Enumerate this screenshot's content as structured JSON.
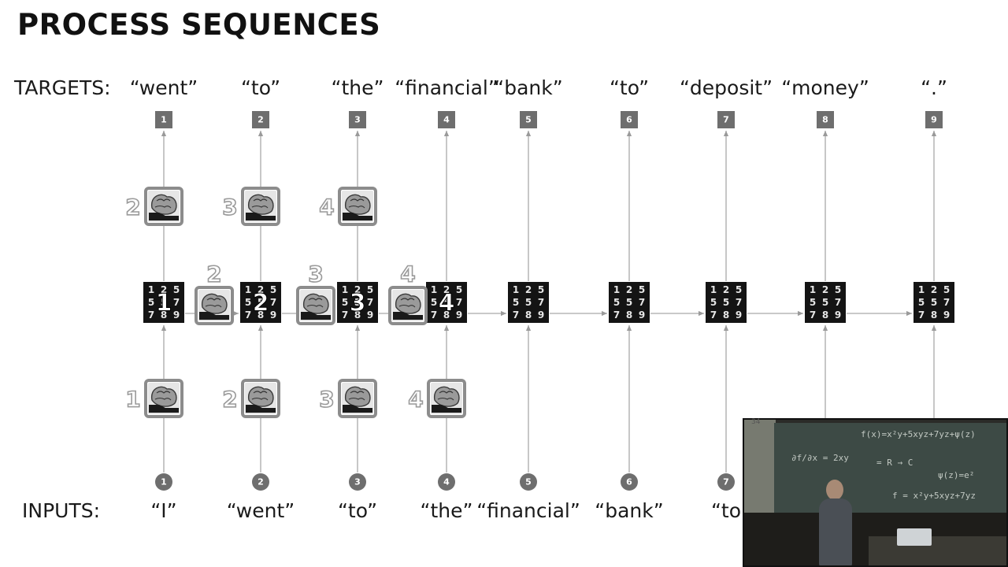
{
  "slide": {
    "title": "PROCESS SEQUENCES",
    "targets_label": "TARGETS:",
    "inputs_label": "INPUTS:"
  },
  "targets": [
    "“went”",
    "“to”",
    "“the”",
    "“financial”",
    "“bank”",
    "“to”",
    "“deposit”",
    "“money”",
    "“.”"
  ],
  "inputs": [
    "“I”",
    "“went”",
    "“to”",
    "“the”",
    "“financial”",
    "“bank”",
    "“to"
  ],
  "target_numbers": [
    "1",
    "2",
    "3",
    "4",
    "5",
    "6",
    "7",
    "8",
    "9"
  ],
  "input_numbers": [
    "1",
    "2",
    "3",
    "4",
    "5",
    "6",
    "7"
  ],
  "top_brain_numbers": [
    "2",
    "3",
    "4"
  ],
  "bottom_brain_numbers": [
    "1",
    "2",
    "3",
    "4"
  ],
  "between_brain_numbers": [
    "2",
    "3",
    "4"
  ],
  "state_box_big_numbers": [
    "1",
    "2",
    "3",
    "4"
  ],
  "state_box_grid": [
    "1",
    "2",
    "5",
    "5",
    "5",
    "7",
    "7",
    "8",
    "9"
  ],
  "colors": {
    "state_box": "#141414",
    "badge": "#6e6e6e",
    "brain_frame": "#8c8c8c",
    "arrow": "#a9a9a9",
    "text": "#1a1a1a",
    "outline_number": "#9a9a9a"
  },
  "icons": {
    "brain": "brain-icon",
    "state": "number-grid-icon"
  },
  "video_inset": {
    "board_lines": [
      "f(x)=x²y+5xyz+7yz+ψ(z)",
      "∂f/∂x = 2xy",
      "= R → C",
      "ψ(z)=e²",
      "f = x²y+5xyz+7yz"
    ],
    "corner_note": "34"
  }
}
